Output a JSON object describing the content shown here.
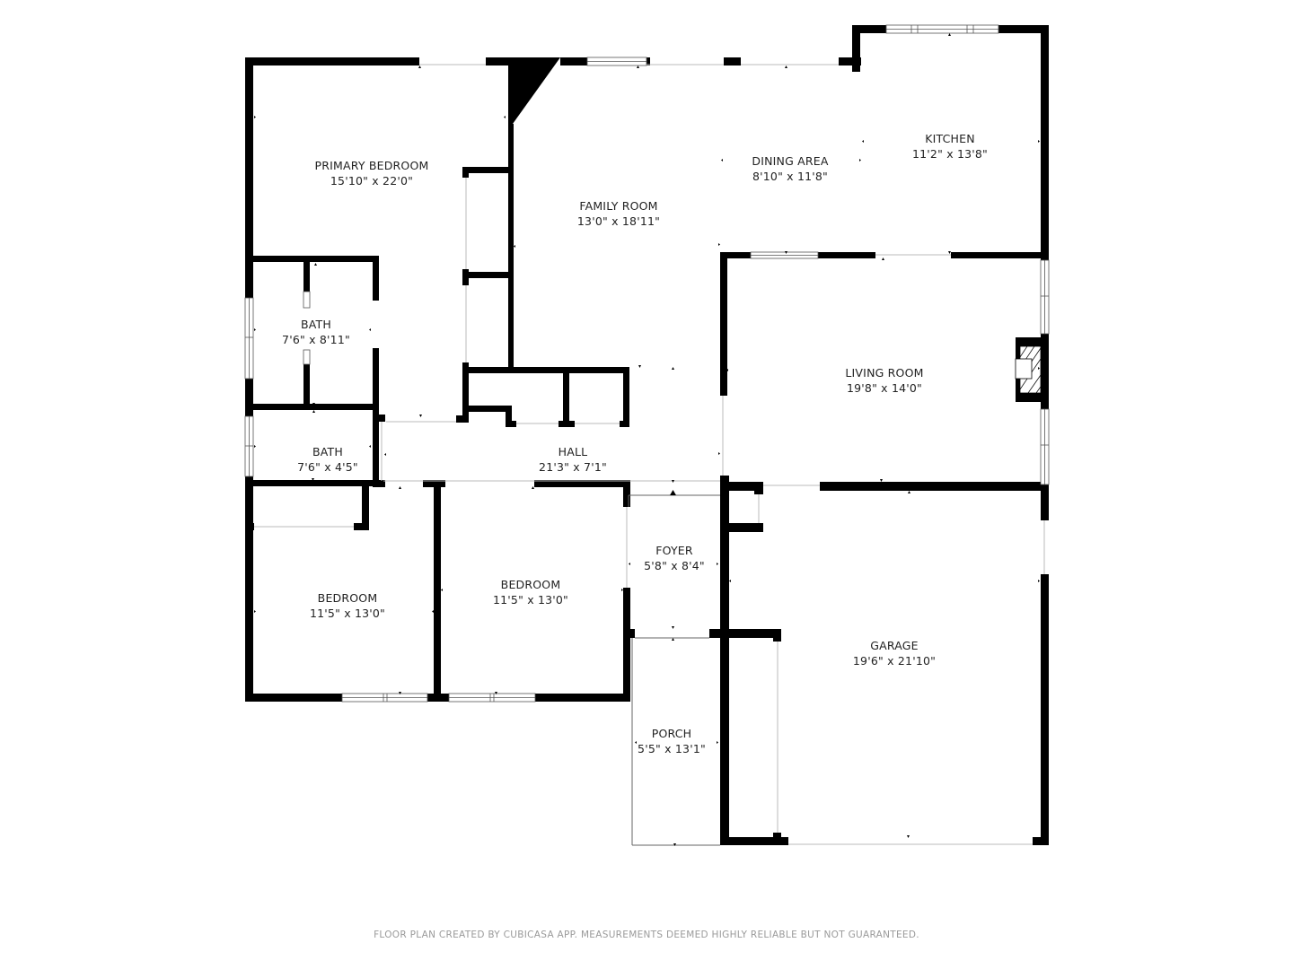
{
  "floorplan": {
    "rooms": [
      {
        "name": "PRIMARY BEDROOM",
        "dims": "15'10\" x 22'0\""
      },
      {
        "name": "FAMILY ROOM",
        "dims": "13'0\" x 18'11\""
      },
      {
        "name": "DINING AREA",
        "dims": "8'10\" x 11'8\""
      },
      {
        "name": "KITCHEN",
        "dims": "11'2\" x 13'8\""
      },
      {
        "name": "BATH",
        "dims": "7'6\" x 8'11\""
      },
      {
        "name": "LIVING ROOM",
        "dims": "19'8\" x 14'0\""
      },
      {
        "name": "BATH",
        "dims": "7'6\" x 4'5\""
      },
      {
        "name": "HALL",
        "dims": "21'3\" x 7'1\""
      },
      {
        "name": "FOYER",
        "dims": "5'8\" x 8'4\""
      },
      {
        "name": "BEDROOM",
        "dims": "11'5\" x 13'0\""
      },
      {
        "name": "BEDROOM",
        "dims": "11'5\" x 13'0\""
      },
      {
        "name": "GARAGE",
        "dims": "19'6\" x 21'10\""
      },
      {
        "name": "PORCH",
        "dims": "5'5\" x 13'1\""
      }
    ]
  },
  "footer": {
    "disclaimer": "FLOOR PLAN CREATED BY CUBICASA APP. MEASUREMENTS DEEMED HIGHLY RELIABLE BUT NOT GUARANTEED."
  },
  "colors": {
    "wall": "#000000",
    "background": "#ffffff",
    "label": "#222222",
    "footer_text": "#9a9a9a"
  }
}
